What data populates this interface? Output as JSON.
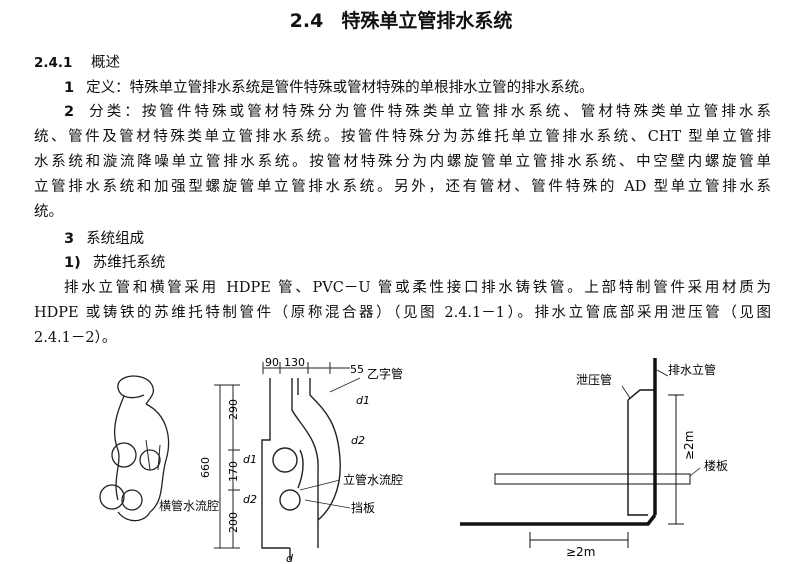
{
  "title": {
    "number": "2.4",
    "text": "特殊单立管排水系统"
  },
  "section": {
    "number": "2.4.1",
    "label": "概述"
  },
  "items": [
    {
      "num": "1",
      "text": "定义：特殊单立管排水系统是管件特殊或管材特殊的单根排水立管的排水系统。"
    },
    {
      "num": "2",
      "text": "分类：按管件特殊或管材特殊分为管件特殊类单立管排水系统、管材特殊类单立管排水系"
    },
    {
      "num": "3",
      "text": "系统组成"
    }
  ],
  "para2_lines": [
    "统、管件及管材特殊类单立管排水系统。按管件特殊分为苏维托单立管排水系统、CHT 型单立管排",
    "水系统和漩流降噪单立管排水系统。按管材特殊分为内螺旋管单立管排水系统、中空壁内螺旋管单",
    "立管排水系统和加强型螺旋管单立管排水系统。另外，还有管材、管件特殊的 AD 型单立管排水系",
    "统。"
  ],
  "sub1": {
    "num": "1)",
    "text": "苏维托系统"
  },
  "para3_lines": [
    "排水立管和横管采用 HDPE 管、PVC－U 管或柔性接口排水铸铁管。上部特制管件采用材质为",
    "HDPE 或铸铁的苏维托特制管件（原称混合器）（见图 2.4.1－1）。排水立管底部采用泄压管（见图",
    "2.4.1－2）。"
  ],
  "figure1": {
    "dims_top": [
      "90",
      "130",
      "55"
    ],
    "dims_left": [
      "290",
      "660",
      "170",
      "200"
    ],
    "labels": {
      "zigzag_pipe": "乙字管",
      "d1": "d1",
      "d2": "d2",
      "d1_left": "d1",
      "d2_left": "d2",
      "riser_chamber": "立管水流腔",
      "baffle": "挡板",
      "horizontal_chamber": "横管水流腔",
      "bottom_d": "d"
    }
  },
  "figure2": {
    "labels": {
      "riser": "排水立管",
      "relief_pipe": "泄压管",
      "floor_slab": "楼板",
      "vertical_dim": "≥2m",
      "horizontal_dim": "≥2m"
    }
  }
}
